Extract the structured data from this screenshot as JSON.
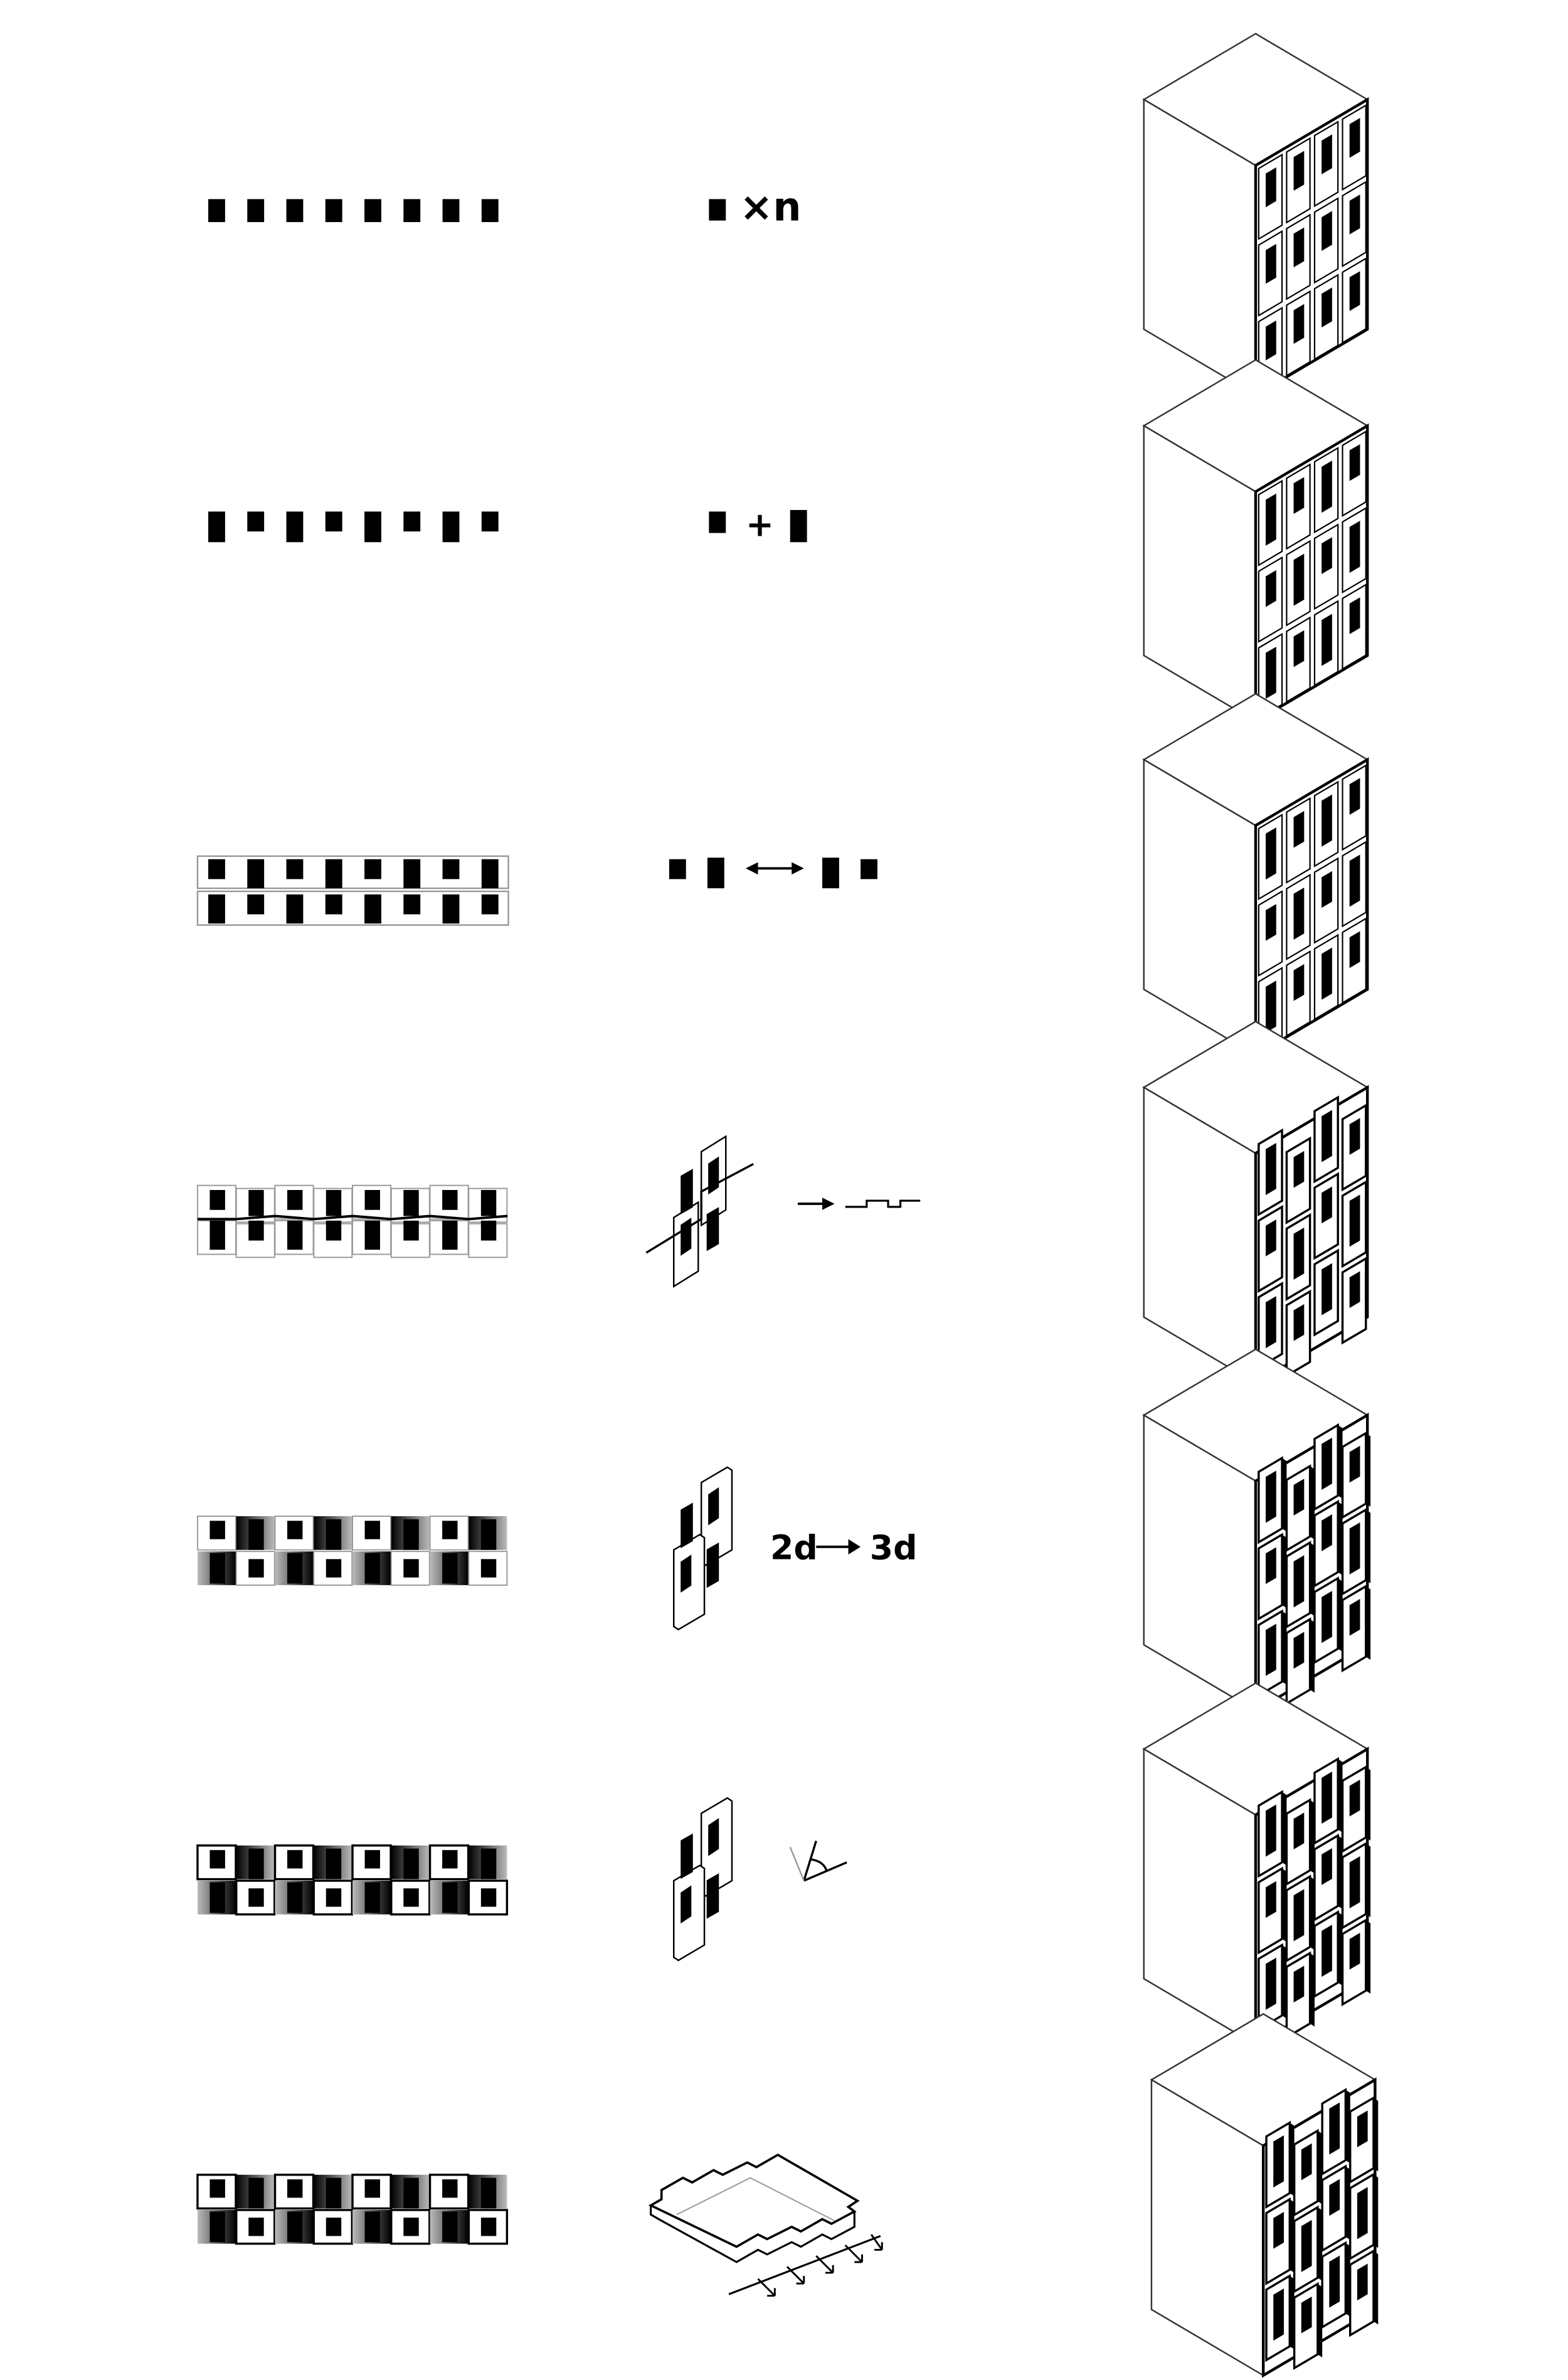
{
  "rows": [
    {
      "id": "repetition",
      "operation": {
        "type": "text",
        "text": "×n"
      }
    },
    {
      "id": "addition",
      "operation": {
        "type": "text",
        "text": "+"
      }
    },
    {
      "id": "exchange",
      "operation": {
        "type": "icon",
        "icon": "double-arrow-icon"
      }
    },
    {
      "id": "shift",
      "operation": {
        "type": "icon",
        "icon": "stepped-line-icon"
      }
    },
    {
      "id": "extrusion",
      "operation": {
        "type": "text",
        "from": "2d",
        "to": "3d"
      }
    },
    {
      "id": "rotation",
      "operation": {
        "type": "icon",
        "icon": "angle-icon"
      }
    },
    {
      "id": "plan-offset",
      "operation": {
        "type": "icon",
        "icon": "stepped-plan-icon"
      }
    }
  ],
  "row0_label": "×n",
  "row1_label": "+",
  "row4_from": "2d",
  "row4_to": "3d",
  "colors": {
    "ink": "#000000",
    "paper": "#ffffff",
    "grey": "#777777"
  }
}
